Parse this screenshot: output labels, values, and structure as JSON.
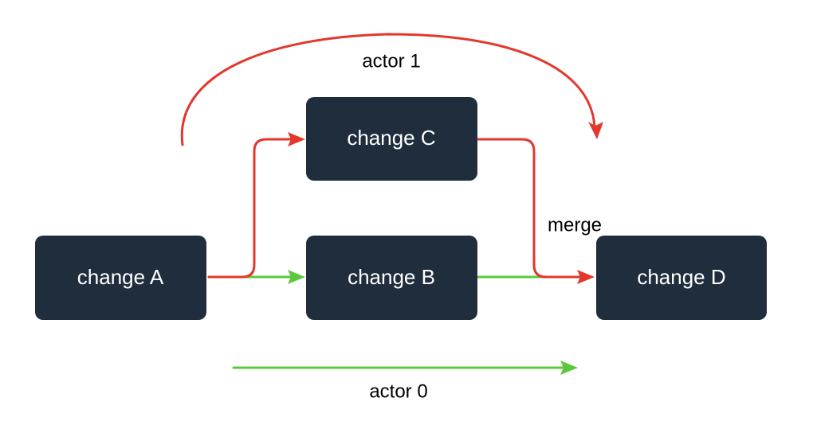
{
  "nodes": {
    "a": "change A",
    "b": "change B",
    "c": "change C",
    "d": "change D"
  },
  "labels": {
    "actor0": "actor 0",
    "actor1": "actor 1",
    "merge": "merge"
  },
  "colors": {
    "actor0": "#5cc83b",
    "actor1": "#e3372b",
    "node_fill": "#1f2d3d",
    "node_text": "#ffffff"
  }
}
